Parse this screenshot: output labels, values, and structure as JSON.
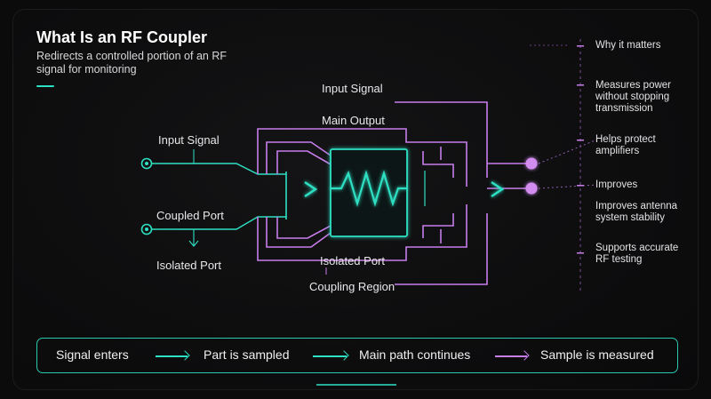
{
  "header": {
    "title": "What Is an RF Coupler",
    "subtitle": "Redirects a controlled portion of an RF signal for monitoring"
  },
  "diagram_labels": {
    "input_signal_left": "Input Signal",
    "coupled_port": "Coupled Port",
    "isolated_port_left": "Isolated Port",
    "input_signal_top": "Input Signal",
    "main_output": "Main Output",
    "isolated_port_bottom": "Isolated Port",
    "coupling_region": "Coupling Region"
  },
  "benefits": {
    "heading": "Why it matters",
    "items": [
      "Measures power without stopping transmission",
      "Helps protect amplifiers",
      "Improves",
      "Improves antenna system stability",
      "Supports accurate RF testing"
    ]
  },
  "flow": {
    "steps": [
      "Signal enters",
      "Part is sampled",
      "Main path continues",
      "Sample is measured"
    ]
  },
  "colors": {
    "teal": "#2ee0c3",
    "purple": "#c77dea",
    "purple_dot": "#d38cf0"
  }
}
